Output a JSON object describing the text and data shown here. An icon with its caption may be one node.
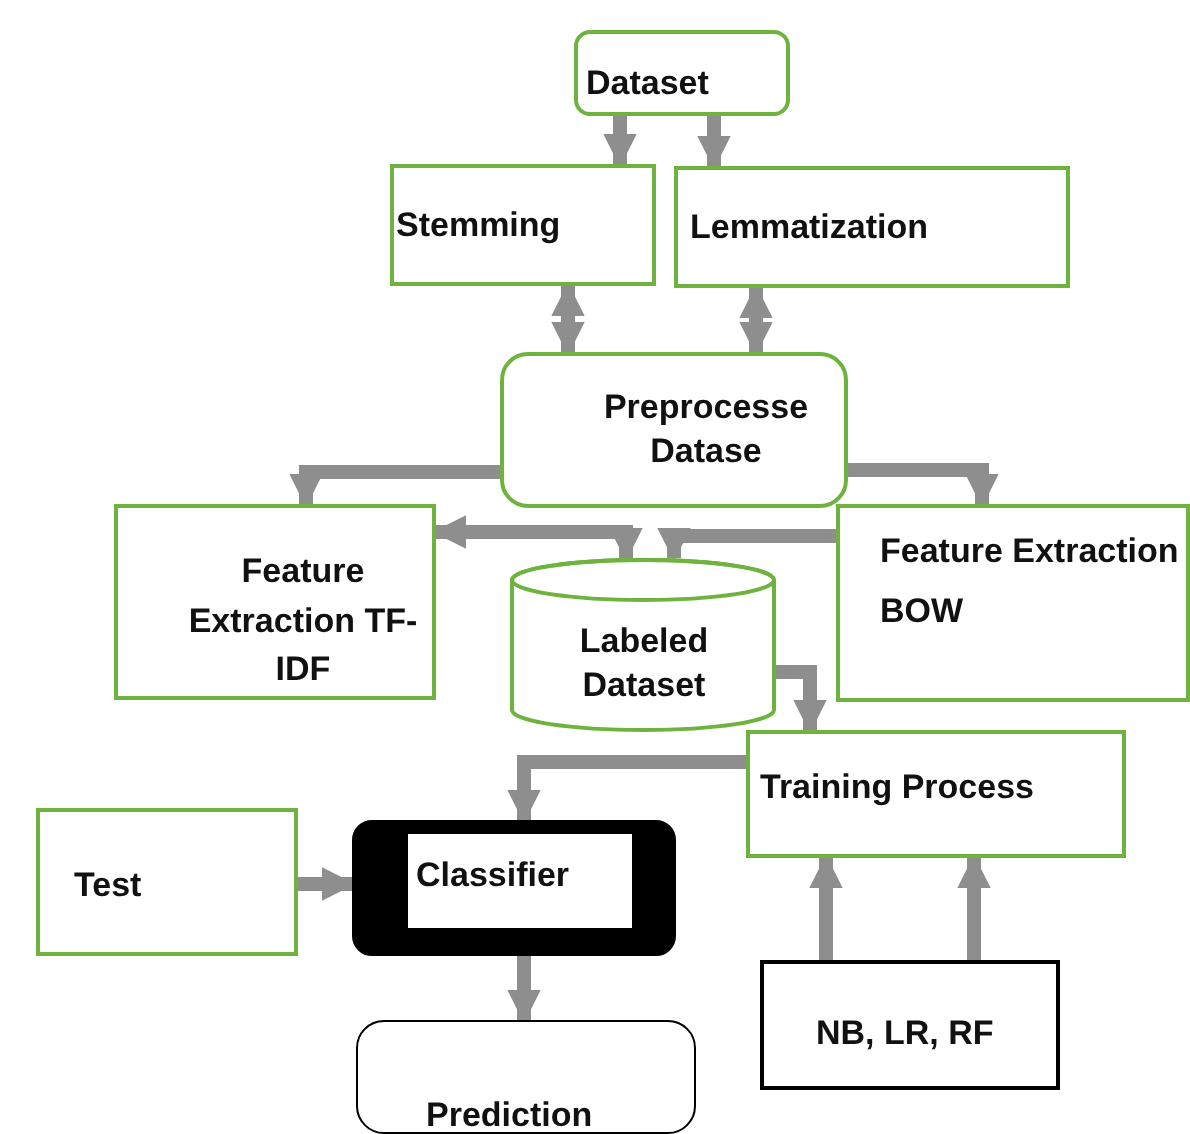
{
  "diagram": {
    "nodes": [
      {
        "text": [
          "Dataset"
        ]
      },
      {
        "text": [
          "Stemming"
        ]
      },
      {
        "text": [
          "Lemmatization"
        ]
      },
      {
        "text": [
          "Preprocesse Datase"
        ]
      },
      {
        "text": [
          "Feature Extraction TF-IDF"
        ]
      },
      {
        "text": [
          "Labeled Dataset"
        ]
      },
      {
        "text": [
          "Feature Extraction BOW"
        ]
      },
      {
        "text": [
          "Training Process"
        ]
      },
      {
        "text": [
          "Test"
        ]
      },
      {
        "text": [
          "Classifier"
        ]
      },
      {
        "text": [
          "Prediction"
        ]
      },
      {
        "text": [
          "NB, LR, RF"
        ]
      }
    ],
    "edges": [
      {
        "from": 0,
        "to": 1,
        "arrow": "to"
      },
      {
        "from": 0,
        "to": 2,
        "arrow": "to"
      },
      {
        "from": 1,
        "to": 3,
        "arrow": "both"
      },
      {
        "from": 2,
        "to": 3,
        "arrow": "both"
      },
      {
        "from": 3,
        "to": 4,
        "arrow": "to"
      },
      {
        "from": 3,
        "to": 6,
        "arrow": "to"
      },
      {
        "from": 4,
        "to": 5,
        "arrow": "both"
      },
      {
        "from": 6,
        "to": 5,
        "arrow": "to"
      },
      {
        "from": 5,
        "to": 7,
        "arrow": "to"
      },
      {
        "from": 7,
        "to": 9,
        "arrow": "to"
      },
      {
        "from": 8,
        "to": 9,
        "arrow": "to"
      },
      {
        "from": 9,
        "to": 10,
        "arrow": "to"
      },
      {
        "from": 11,
        "to": 7,
        "arrow": "to"
      },
      {
        "from": 11,
        "to": 7,
        "arrow": "to"
      }
    ]
  }
}
